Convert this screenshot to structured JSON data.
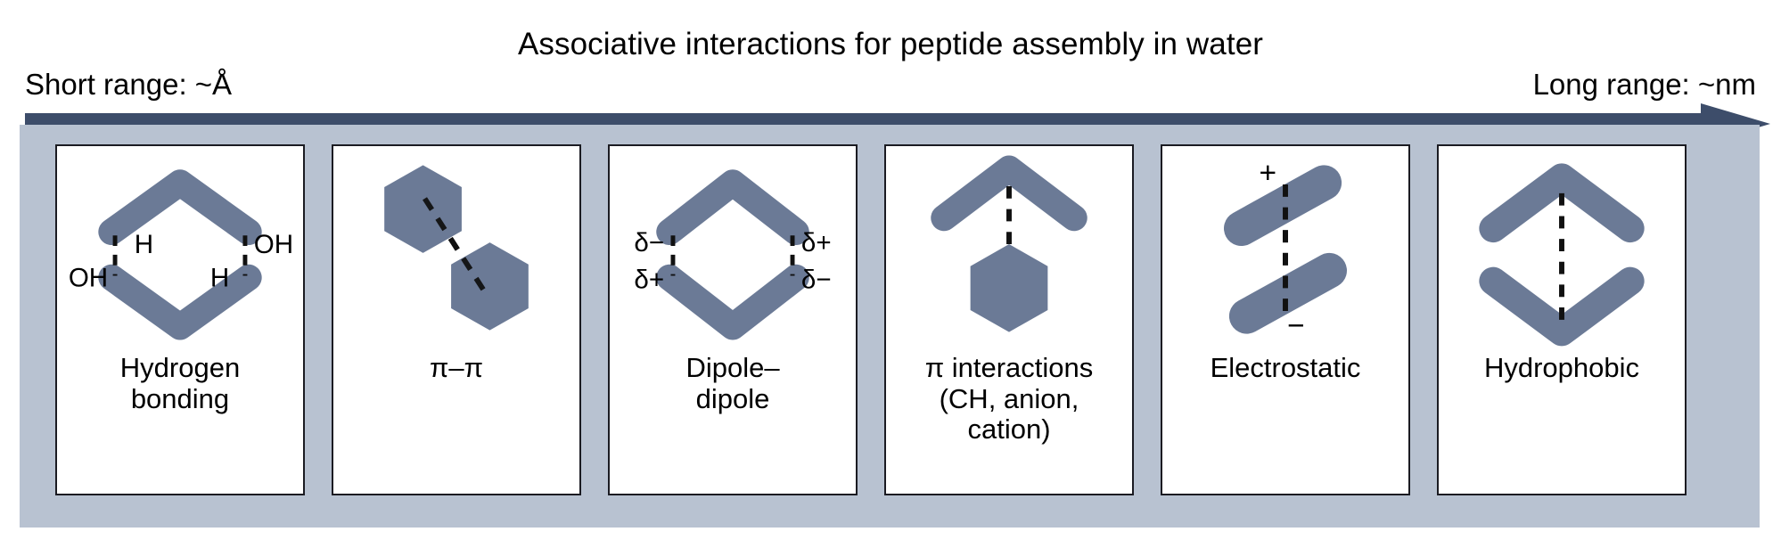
{
  "figure": {
    "title": "Associative interactions for peptide assembly in water",
    "axis": {
      "left_label": "Short range: ~Å",
      "right_label": "Long range: ~nm",
      "direction": "left-to-right"
    },
    "colors": {
      "band_background": "#b8c2d1",
      "arrow": "#3d4d6a",
      "molecule_shape": "#6b7a96",
      "panel_border": "#1b1b22",
      "panel_background": "#ffffff",
      "text": "#000000",
      "dashed_bond": "#111111"
    },
    "panels": [
      {
        "id": "hydrogen-bonding",
        "label": "Hydrogen\nbonding",
        "icon": "two-chevrons-hbond-icon",
        "annotations": [
          "H",
          "OH",
          "OH",
          "H"
        ],
        "left_top": "H",
        "left_bottom": "OH",
        "right_top": "OH",
        "right_bottom": "H"
      },
      {
        "id": "pi-pi",
        "label": "π–π",
        "icon": "two-offset-hexagons-icon",
        "annotations": []
      },
      {
        "id": "dipole-dipole",
        "label": "Dipole–\ndipole",
        "icon": "two-chevrons-dipole-icon",
        "annotations": [
          "δ−",
          "δ+",
          "δ+",
          "δ−"
        ],
        "left_top": "δ−",
        "left_bottom": "δ+",
        "right_top": "δ+",
        "right_bottom": "δ−"
      },
      {
        "id": "pi-interactions",
        "label": "π interactions\n(CH, anion,\ncation)",
        "icon": "chevron-hexagon-icon",
        "annotations": []
      },
      {
        "id": "electrostatic",
        "label": "Electrostatic",
        "icon": "two-charged-rods-icon",
        "annotations": [
          "+",
          "−"
        ],
        "top_charge": "+",
        "bottom_charge": "−"
      },
      {
        "id": "hydrophobic",
        "label": "Hydrophobic",
        "icon": "two-facing-chevrons-icon",
        "annotations": []
      }
    ]
  }
}
